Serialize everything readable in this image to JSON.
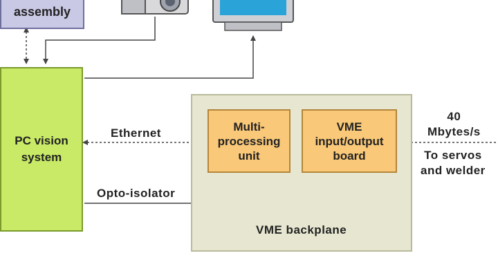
{
  "diagram": {
    "boxes": {
      "assembly": "assembly",
      "pc_vision": "PC vision\nsystem",
      "multiprocessing": "Multi-\nprocessing\nunit",
      "vme_io": "VME\ninput/output\nboard",
      "backplane": "VME backplane"
    },
    "labels": {
      "ethernet": "Ethernet",
      "opto": "Opto-isolator",
      "rate": "40\nMbytes/s",
      "servos": "To servos\nand welder"
    },
    "icons": [
      "camera-icon",
      "monitor-icon"
    ],
    "colors": {
      "pc_vision": "#c8ea66",
      "assembly": "#c9c9e6",
      "units": "#f9c878",
      "backplane": "#e7e7d1"
    }
  }
}
